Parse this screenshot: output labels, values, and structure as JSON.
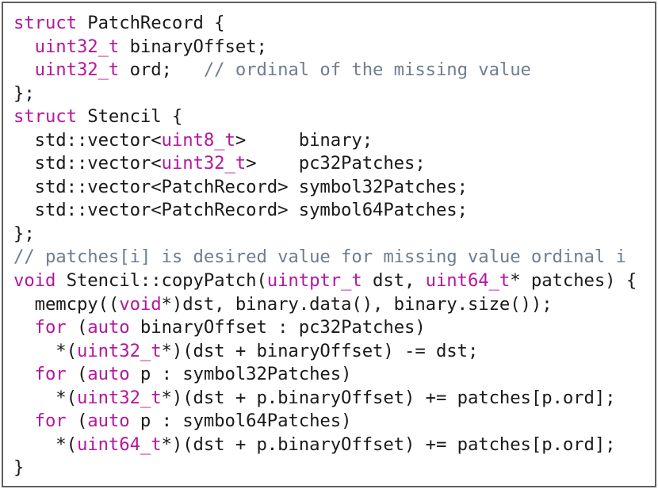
{
  "colors": {
    "keyword": "#b5179e",
    "type": "#b5179e",
    "comment": "#6f7d8f",
    "text": "#1a1a1a",
    "border": "#5f5f5f",
    "background": "#ffffff"
  },
  "code": {
    "language": "C++",
    "lines": [
      [
        [
          "kw",
          "struct"
        ],
        [
          "plain",
          " PatchRecord {"
        ]
      ],
      [
        [
          "plain",
          "  "
        ],
        [
          "type",
          "uint32_t"
        ],
        [
          "plain",
          " binaryOffset;"
        ]
      ],
      [
        [
          "plain",
          "  "
        ],
        [
          "type",
          "uint32_t"
        ],
        [
          "plain",
          " ord;   "
        ],
        [
          "comment",
          "// ordinal of the missing value"
        ]
      ],
      [
        [
          "plain",
          "};"
        ]
      ],
      [
        [
          "kw",
          "struct"
        ],
        [
          "plain",
          " Stencil {"
        ]
      ],
      [
        [
          "plain",
          "  std::vector<"
        ],
        [
          "type",
          "uint8_t"
        ],
        [
          "plain",
          ">     binary;"
        ]
      ],
      [
        [
          "plain",
          "  std::vector<"
        ],
        [
          "type",
          "uint32_t"
        ],
        [
          "plain",
          ">    pc32Patches;"
        ]
      ],
      [
        [
          "plain",
          "  std::vector<PatchRecord> symbol32Patches;"
        ]
      ],
      [
        [
          "plain",
          "  std::vector<PatchRecord> symbol64Patches;"
        ]
      ],
      [
        [
          "plain",
          "};"
        ]
      ],
      [
        [
          "comment",
          "// patches[i] is desired value for missing value ordinal i"
        ]
      ],
      [
        [
          "kw",
          "void"
        ],
        [
          "plain",
          " Stencil::copyPatch("
        ],
        [
          "type",
          "uintptr_t"
        ],
        [
          "plain",
          " dst, "
        ],
        [
          "type",
          "uint64_t"
        ],
        [
          "plain",
          "* patches) {"
        ]
      ],
      [
        [
          "plain",
          "  memcpy(("
        ],
        [
          "kw",
          "void"
        ],
        [
          "plain",
          "*)dst, binary.data(), binary.size());"
        ]
      ],
      [
        [
          "plain",
          "  "
        ],
        [
          "kw",
          "for"
        ],
        [
          "plain",
          " ("
        ],
        [
          "kw",
          "auto"
        ],
        [
          "plain",
          " binaryOffset : pc32Patches)"
        ]
      ],
      [
        [
          "plain",
          "    *("
        ],
        [
          "type",
          "uint32_t"
        ],
        [
          "plain",
          "*)(dst + binaryOffset) -= dst;"
        ]
      ],
      [
        [
          "plain",
          "  "
        ],
        [
          "kw",
          "for"
        ],
        [
          "plain",
          " ("
        ],
        [
          "kw",
          "auto"
        ],
        [
          "plain",
          " p : symbol32Patches)"
        ]
      ],
      [
        [
          "plain",
          "    *("
        ],
        [
          "type",
          "uint32_t"
        ],
        [
          "plain",
          "*)(dst + p.binaryOffset) += patches[p.ord];"
        ]
      ],
      [
        [
          "plain",
          "  "
        ],
        [
          "kw",
          "for"
        ],
        [
          "plain",
          " ("
        ],
        [
          "kw",
          "auto"
        ],
        [
          "plain",
          " p : symbol64Patches)"
        ]
      ],
      [
        [
          "plain",
          "    *("
        ],
        [
          "type",
          "uint64_t"
        ],
        [
          "plain",
          "*)(dst + p.binaryOffset) += patches[p.ord];"
        ]
      ],
      [
        [
          "plain",
          "}"
        ]
      ]
    ]
  }
}
